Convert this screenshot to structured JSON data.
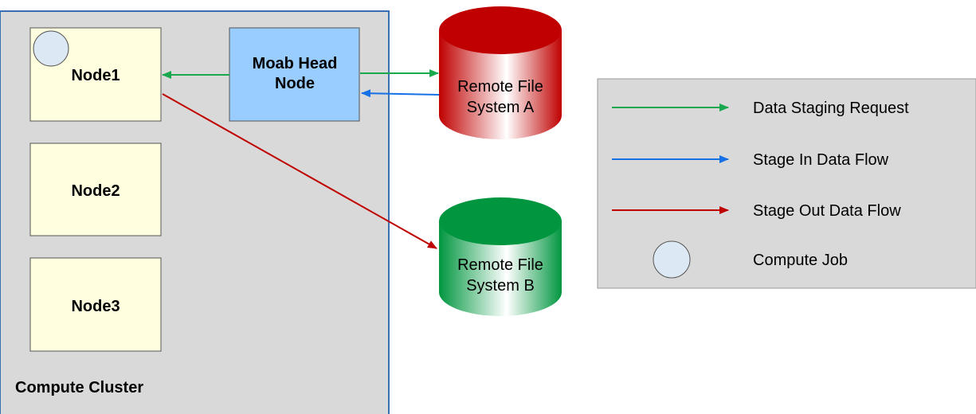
{
  "cluster": {
    "label": "Compute Cluster",
    "nodes": [
      "Node1",
      "Node2",
      "Node3"
    ]
  },
  "head_node": {
    "line1": "Moab Head",
    "line2": "Node"
  },
  "storage": {
    "a": {
      "line1": "Remote File",
      "line2": "System A"
    },
    "b": {
      "line1": "Remote File",
      "line2": "System B"
    }
  },
  "legend": {
    "items": [
      {
        "label": "Data Staging Request",
        "icon": "green-arrow-icon",
        "color": "#1aa84e"
      },
      {
        "label": "Stage In Data Flow",
        "icon": "blue-arrow-icon",
        "color": "#1670e6"
      },
      {
        "label": "Stage Out Data Flow",
        "icon": "red-arrow-icon",
        "color": "#c00000"
      },
      {
        "label": "Compute Job",
        "icon": "circle-icon",
        "color": "#dde8f5"
      }
    ]
  },
  "colors": {
    "cluster_fill": "#d9d9d9",
    "cluster_border": "#3a6fb0",
    "node_fill": "#ffffe0",
    "head_fill": "#99ccff",
    "storage_a": "#c00000",
    "storage_b": "#00963f",
    "staging_request": "#1aa84e",
    "stage_in": "#1670e6",
    "stage_out": "#c00000"
  }
}
